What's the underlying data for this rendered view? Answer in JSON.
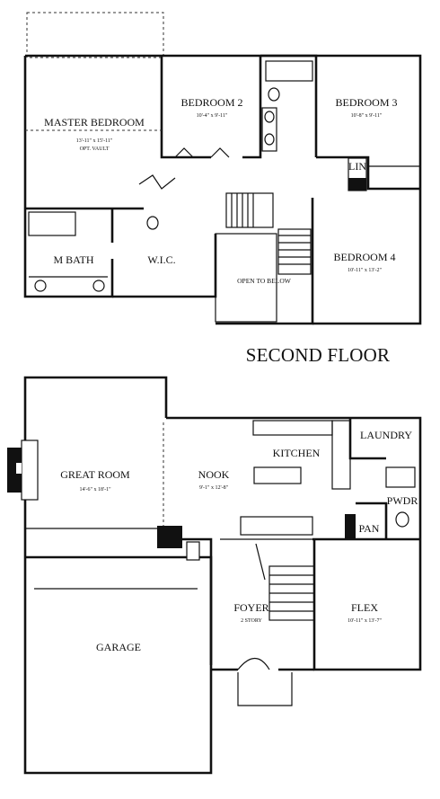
{
  "second_floor": {
    "heading": "SECOND FLOOR",
    "rooms": {
      "master_bedroom": {
        "name": "MASTER BEDROOM",
        "dims": "13'-11\" x 15'-11\"",
        "note": "OPT. VAULT"
      },
      "bedroom2": {
        "name": "BEDROOM 2",
        "dims": "10'-4\" x 9'-11\""
      },
      "bedroom3": {
        "name": "BEDROOM 3",
        "dims": "10'-8\" x 9'-11\""
      },
      "bedroom4": {
        "name": "BEDROOM 4",
        "dims": "10'-11\" x 13'-2\""
      },
      "linen": {
        "name": "LIN"
      },
      "master_bath": {
        "name": "M BATH"
      },
      "wic": {
        "name": "W.I.C."
      },
      "open_to_below": {
        "name": "OPEN TO BELOW"
      }
    }
  },
  "first_floor": {
    "rooms": {
      "great_room": {
        "name": "GREAT ROOM",
        "dims": "14'-6\" x 18'-1\""
      },
      "nook": {
        "name": "NOOK",
        "dims": "9'-1\" x 12'-8\""
      },
      "kitchen": {
        "name": "KITCHEN"
      },
      "laundry": {
        "name": "LAUNDRY"
      },
      "powder": {
        "name": "PWDR"
      },
      "pantry": {
        "name": "PAN"
      },
      "foyer": {
        "name": "FOYER",
        "dims": "2 STORY"
      },
      "flex": {
        "name": "FLEX",
        "dims": "10'-11\" x 13'-7\""
      },
      "garage": {
        "name": "GARAGE"
      }
    }
  },
  "colors": {
    "ink": "#111111",
    "paper": "#ffffff"
  }
}
